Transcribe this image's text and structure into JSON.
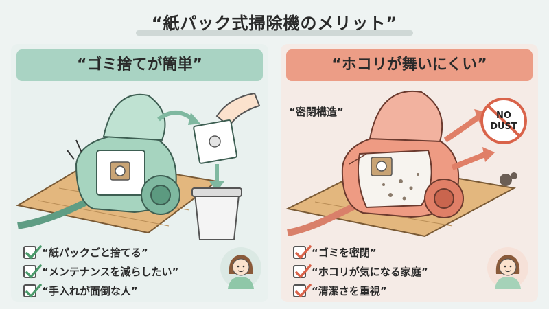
{
  "page": {
    "title": "“紙パック式掃除機のメリット”"
  },
  "left": {
    "header": "“ゴミ捨てが簡単”",
    "items": [
      {
        "label": "“紙パックごと捨てる”",
        "checked": true
      },
      {
        "label": "“メンテナンスを減らしたい”",
        "checked": true
      },
      {
        "label": "“手入れが面倒な人”",
        "checked": true
      }
    ],
    "check_color": "#4a9a6a"
  },
  "right": {
    "header": "“ホコリが舞いにくい”",
    "callout": "“密閉構造”",
    "nodust_line1": "NO",
    "nodust_line2": "DUST",
    "items": [
      {
        "label": "“ゴミを密閉”",
        "checked": true
      },
      {
        "label": "“ホコリが気になる家庭”",
        "checked": true
      },
      {
        "label": "“清潔さを重視”",
        "checked": true
      }
    ],
    "check_color": "#d9634a"
  },
  "icons": [
    "check-icon",
    "vacuum-illustration",
    "trash-bin-icon",
    "hand-icon",
    "woman-avatar-icon",
    "no-dust-sign-icon",
    "arrow-icon"
  ]
}
